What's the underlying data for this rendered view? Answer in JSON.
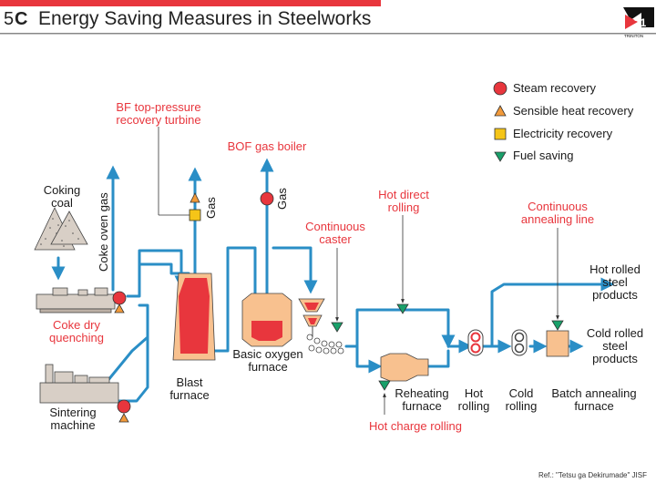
{
  "header": {
    "number": "5",
    "letter": "C",
    "title": "Energy Saving Measures in Steelworks",
    "logo_text": "21",
    "logo_sub": "TRINITON"
  },
  "legend": [
    {
      "shape": "circle",
      "color": "#e8363d",
      "label": "Steam recovery"
    },
    {
      "shape": "triangle-up",
      "color": "#f29a3a",
      "label": "Sensible heat recovery"
    },
    {
      "shape": "square",
      "color": "#f5c518",
      "label": "Electricity recovery"
    },
    {
      "shape": "triangle-down",
      "color": "#19a06a",
      "label": "Fuel saving"
    }
  ],
  "labels": {
    "coking_coal": [
      "Coking",
      "coal"
    ],
    "coke_oven_gas": "Coke oven gas",
    "coke_dry_quenching": [
      "Coke dry",
      "quenching"
    ],
    "sintering_machine": [
      "Sintering",
      "machine"
    ],
    "bf_turbine": [
      "BF top-pressure",
      "recovery turbine"
    ],
    "gas1": "Gas",
    "gas2": "Gas",
    "blast_furnace": [
      "Blast",
      "furnace"
    ],
    "bof_gas_boiler": "BOF gas boiler",
    "basic_oxygen_furnace": [
      "Basic oxygen",
      "furnace"
    ],
    "continuous_caster": [
      "Continuous",
      "caster"
    ],
    "hot_direct_rolling": [
      "Hot direct",
      "rolling"
    ],
    "reheating_furnace": [
      "Reheating",
      "furnace"
    ],
    "hot_charge_rolling": "Hot charge rolling",
    "hot_rolling": [
      "Hot",
      "rolling"
    ],
    "cold_rolling": [
      "Cold",
      "rolling"
    ],
    "continuous_annealing_line": [
      "Continuous",
      "annealing line"
    ],
    "batch_annealing_furnace": [
      "Batch annealing",
      "furnace"
    ],
    "hot_rolled_products": [
      "Hot rolled",
      "steel",
      "products"
    ],
    "cold_rolled_products": [
      "Cold rolled",
      "steel",
      "products"
    ]
  },
  "reference": "Ref.: \"Tetsu ga Dekirumade\" JISF",
  "colors": {
    "flow": "#2a8ec6",
    "accent_red": "#e8363d",
    "orange": "#f29a3a",
    "yellow": "#f5c518",
    "green": "#19a06a",
    "equipment": "#d8cfc6",
    "hot_orange": "#f8c18f"
  }
}
